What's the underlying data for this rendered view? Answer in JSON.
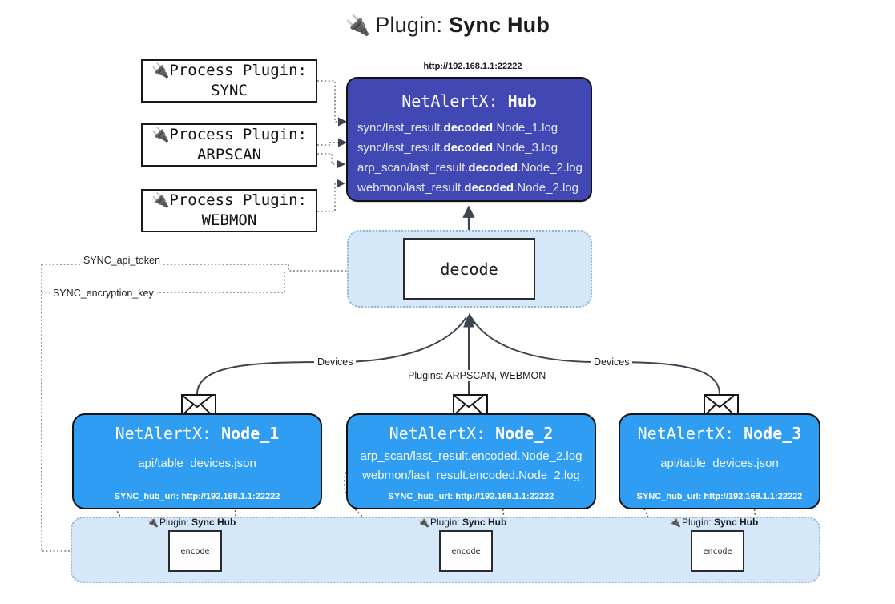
{
  "title": {
    "icon": "plug-icon",
    "glyph": "🔌",
    "prefix": "Plugin: ",
    "name": "Sync Hub"
  },
  "colors": {
    "hub_fill": "#4148b4",
    "node_fill": "#2f9ef2",
    "container_fill": "#d5e8fa",
    "container_border": "#9bb3c9",
    "stroke": "#1b1b1b"
  },
  "process_plugins": [
    {
      "line1": "Process Plugin:",
      "line2": "SYNC",
      "icon": "plug-icon",
      "glyph": "🔌"
    },
    {
      "line1": "Process Plugin:",
      "line2": "ARPSCAN",
      "icon": "plug-icon",
      "glyph": "🔌"
    },
    {
      "line1": "Process Plugin:",
      "line2": "WEBMON",
      "icon": "plug-icon",
      "glyph": "🔌"
    }
  ],
  "hub": {
    "url": "http://192.168.1.1:22222",
    "title_prefix": "NetAlertX: ",
    "title_name": "Hub",
    "rows": [
      {
        "pre": "sync/last_result.",
        "mid": "decoded",
        "post": ".Node_1.log"
      },
      {
        "pre": "sync/last_result.",
        "mid": "decoded",
        "post": ".Node_3.log"
      },
      {
        "pre": "arp_scan/last_result.",
        "mid": "decoded",
        "post": ".Node_2.log"
      },
      {
        "pre": "webmon/last_result.",
        "mid": "decoded",
        "post": ".Node_2.log"
      }
    ]
  },
  "decode": {
    "label": "decode"
  },
  "settings": {
    "api_token": "SYNC_api_token",
    "encryption_key": "SYNC_encryption_key"
  },
  "edge_labels": {
    "devices_left": "Devices",
    "devices_right": "Devices",
    "plugins_center": "Plugins: ARPSCAN, WEBMON"
  },
  "nodes": [
    {
      "title_prefix": "NetAlertX: ",
      "title_name": "Node_1",
      "rows": [
        "api/table_devices.json"
      ],
      "hub_url_label": "SYNC_hub_url: http://192.168.1.1:22222",
      "envelope": "envelope-icon"
    },
    {
      "title_prefix": "NetAlertX: ",
      "title_name": "Node_2",
      "rows": [
        "arp_scan/last_result.encoded.Node_2.log",
        "webmon/last_result.encoded.Node_2.log"
      ],
      "hub_url_label": "SYNC_hub_url: http://192.168.1.1:22222",
      "envelope": "envelope-icon"
    },
    {
      "title_prefix": "NetAlertX: ",
      "title_name": "Node_3",
      "rows": [
        "api/table_devices.json"
      ],
      "hub_url_label": "SYNC_hub_url: http://192.168.1.1:22222",
      "envelope": "envelope-icon"
    }
  ],
  "encoders": [
    {
      "caption_prefix": "Plugin: ",
      "caption_name": "Sync Hub",
      "label": "encode",
      "icon": "plug-icon",
      "glyph": "🔌"
    },
    {
      "caption_prefix": "Plugin: ",
      "caption_name": "Sync Hub",
      "label": "encode",
      "icon": "plug-icon",
      "glyph": "🔌"
    },
    {
      "caption_prefix": "Plugin: ",
      "caption_name": "Sync Hub",
      "label": "encode",
      "icon": "plug-icon",
      "glyph": "🔌"
    }
  ]
}
